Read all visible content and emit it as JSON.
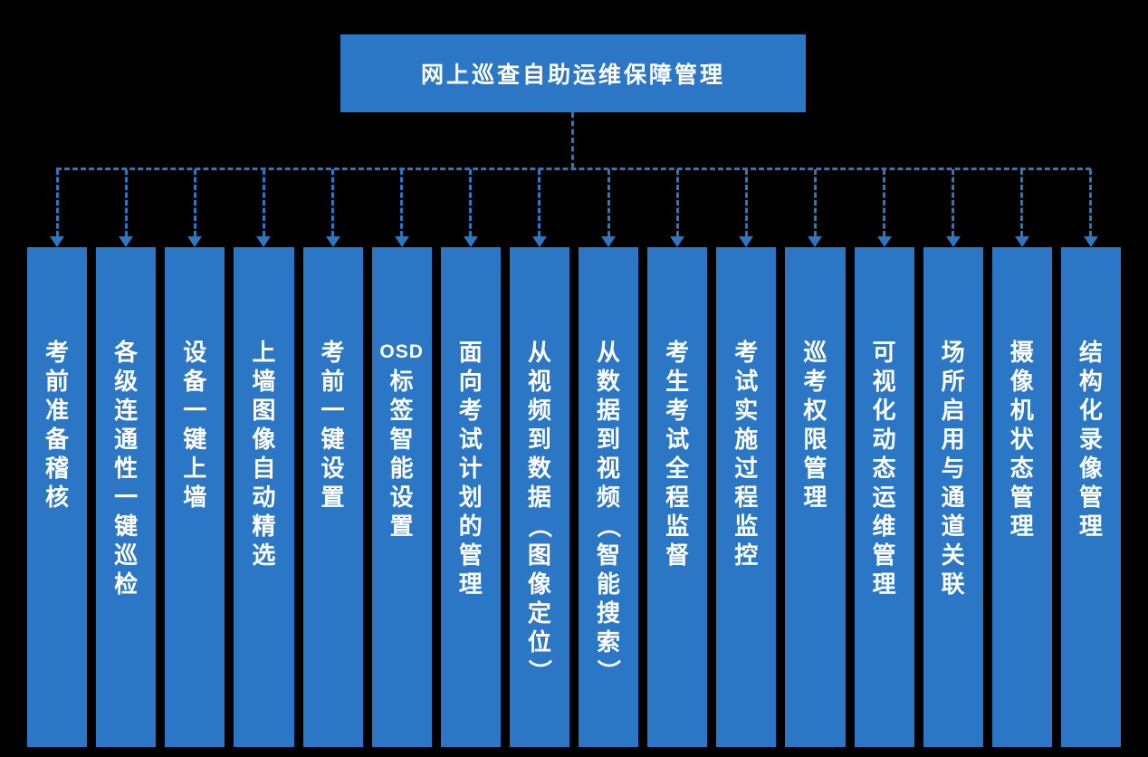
{
  "title": "网上巡查自助运维保障管理",
  "theme": {
    "accent_blue": "#2C77C5",
    "background": "#000000",
    "text": "#FFFFFF"
  },
  "columns": [
    "考前准备稽核",
    "各级连通性一键巡检",
    "设备一键上墙",
    "上墙图像自动精选",
    "考前一键设置",
    "OSD标签智能设置",
    "面向考试计划的管理",
    "从视频到数据（图像定位）",
    "从数据到视频（智能搜索）",
    "考生考试全程监督",
    "考试实施过程监控",
    "巡考权限管理",
    "可视化动态运维管理",
    "场所启用与通道关联",
    "摄像机状态管理",
    "结构化录像管理"
  ]
}
